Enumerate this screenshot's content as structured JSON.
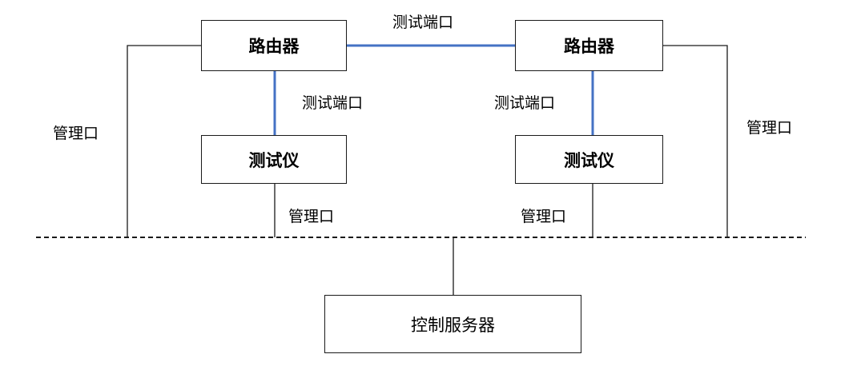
{
  "diagram": {
    "nodes": {
      "router_left": "路由器",
      "router_right": "路由器",
      "tester_left": "测试仪",
      "tester_right": "测试仪",
      "control_server": "控制服务器"
    },
    "labels": {
      "test_port_top": "测试端口",
      "test_port_left": "测试端口",
      "test_port_right": "测试端口",
      "mgmt_port_far_left": "管理口",
      "mgmt_port_far_right": "管理口",
      "mgmt_port_tester_left": "管理口",
      "mgmt_port_tester_right": "管理口"
    },
    "colors": {
      "test_link": "#4472c4",
      "mgmt_link": "#1a1a1a",
      "box_border": "#1a1a1a"
    }
  }
}
